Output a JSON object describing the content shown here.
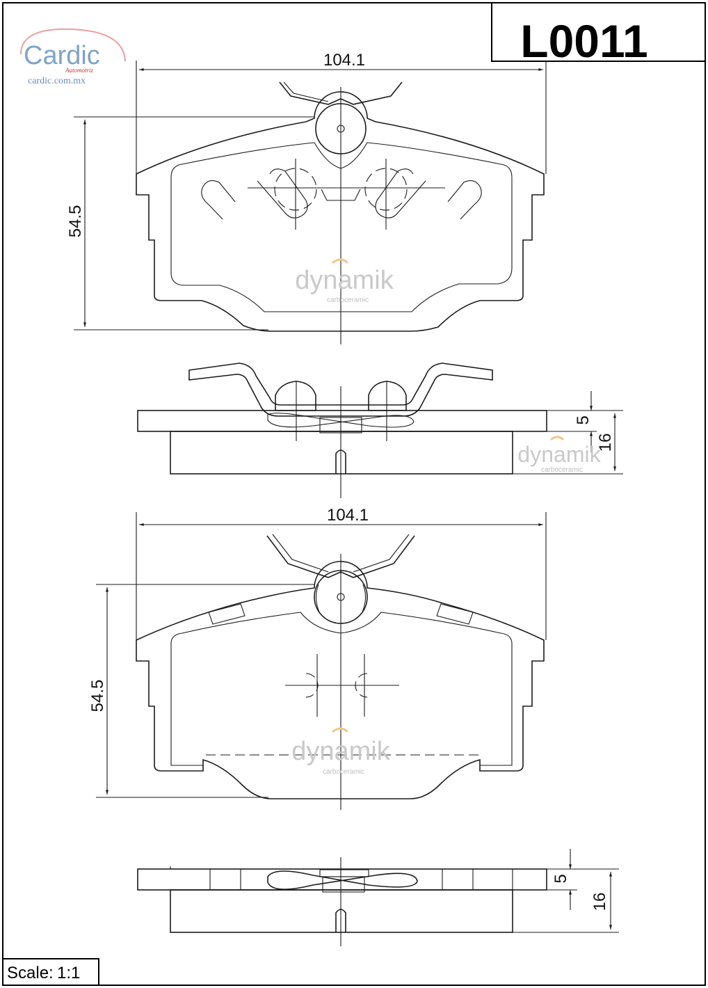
{
  "part_number": "L0011",
  "scale": {
    "label": "Scale:",
    "value": "1:1"
  },
  "brand": {
    "name": "Cardic",
    "tagline": "Automotriz",
    "url": "cardic.com.mx"
  },
  "watermark": {
    "name": "dynamik",
    "subtitle": "carboceramic"
  },
  "views": {
    "pad_1_front": {
      "width": "104.1",
      "height": "54.5"
    },
    "pad_1_side": {
      "backing_plate": "5",
      "total_thickness": "16"
    },
    "pad_2_front": {
      "width": "104.1",
      "height": "54.5"
    },
    "pad_2_side": {
      "backing_plate": "5",
      "total_thickness": "16"
    }
  },
  "colors": {
    "line": "#1a1a1a",
    "frame": "#000000",
    "brand": "#7fa3c7",
    "watermark": "#c9c9c9"
  }
}
